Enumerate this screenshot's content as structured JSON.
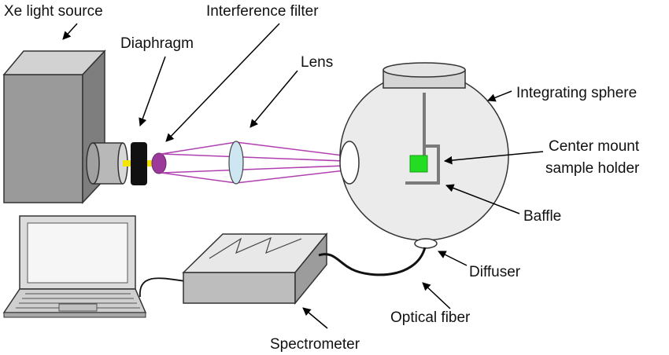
{
  "labels": {
    "xe_light_source": "Xe light source",
    "interference_filter": "Interference filter",
    "diaphragm": "Diaphragm",
    "lens": "Lens",
    "integrating_sphere": "Integrating sphere",
    "center_mount_line1": "Center mount",
    "center_mount_line2": "sample holder",
    "baffle": "Baffle",
    "diffuser": "Diffuser",
    "optical_fiber": "Optical fiber",
    "spectrometer": "Spectrometer"
  },
  "colors": {
    "light_beam": "#b040b0",
    "filter": "#9b3a9b",
    "sample": "#22dd22",
    "lens": "#cde6f2",
    "light_rod": "#f2e600"
  }
}
